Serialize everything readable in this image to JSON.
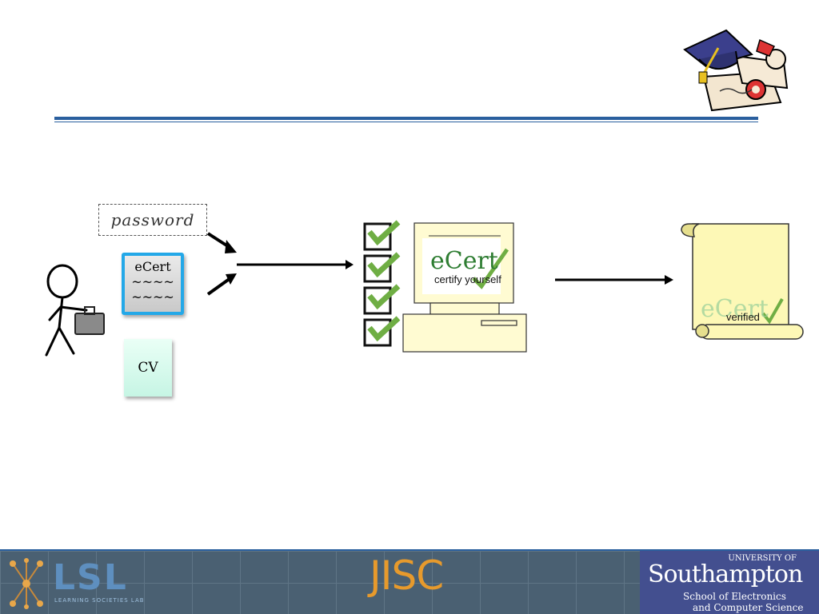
{
  "diagram": {
    "password_label": "password",
    "ecert_card": {
      "line1": "eCert",
      "line2": "~~~~",
      "line3": "~~~~"
    },
    "cv_label": "CV",
    "monitor_logo": {
      "title": "eCert",
      "subtitle": "certify yourself"
    },
    "scroll_logo": {
      "title": "eCert",
      "subtitle": "verified"
    }
  },
  "footer": {
    "lsl": "LSL",
    "lsl_subtitle": "LEARNING SOCIETIES LAB",
    "jisc": "JISC",
    "southampton": {
      "university_of": "UNIVERSITY OF",
      "name": "Southampton",
      "school": "School of Electronics",
      "department": "and Computer Science"
    }
  },
  "colors": {
    "rule": "#2a5f9e",
    "ecert_card_border": "#23a8e8",
    "check_green": "#6fae44",
    "jisc_orange": "#e79a2c",
    "southampton_panel": "#434f8f"
  }
}
